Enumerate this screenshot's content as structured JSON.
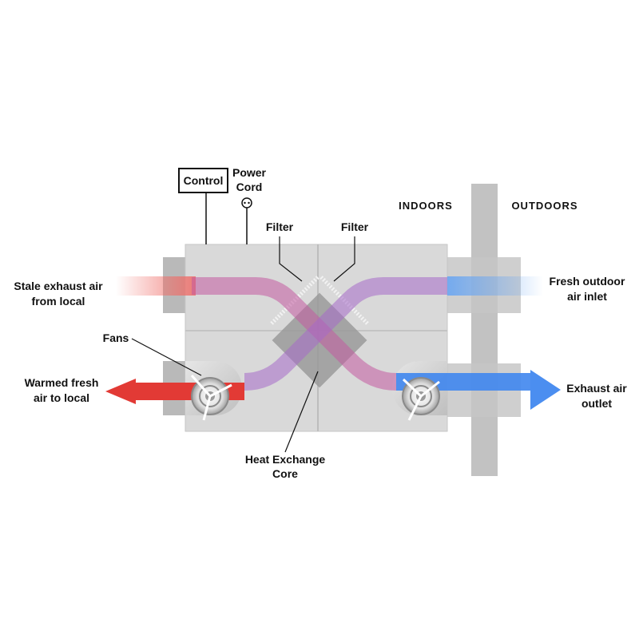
{
  "labels": {
    "control": "Control",
    "power_cord_line1": "Power",
    "power_cord_line2": "Cord",
    "indoors": "INDOORS",
    "outdoors": "OUTDOORS",
    "filter_left": "Filter",
    "filter_right": "Filter",
    "stale_line1": "Stale exhaust air",
    "stale_line2": "from local",
    "fresh_in_line1": "Fresh outdoor",
    "fresh_in_line2": "air inlet",
    "fans": "Fans",
    "warmed_line1": "Warmed fresh",
    "warmed_line2": "air to local",
    "exhaust_line1": "Exhaust air",
    "exhaust_line2": "outlet",
    "core_line1": "Heat Exchange",
    "core_line2": "Core"
  },
  "colors": {
    "warm_air": "#e23a35",
    "cool_air": "#3f86ee",
    "housing": "#d9d9d9",
    "duct": "#c4c4c4",
    "wall": "#bdbdbd",
    "core": "#9a9a9a"
  },
  "icons": [
    "fan-icon",
    "plug-icon"
  ]
}
